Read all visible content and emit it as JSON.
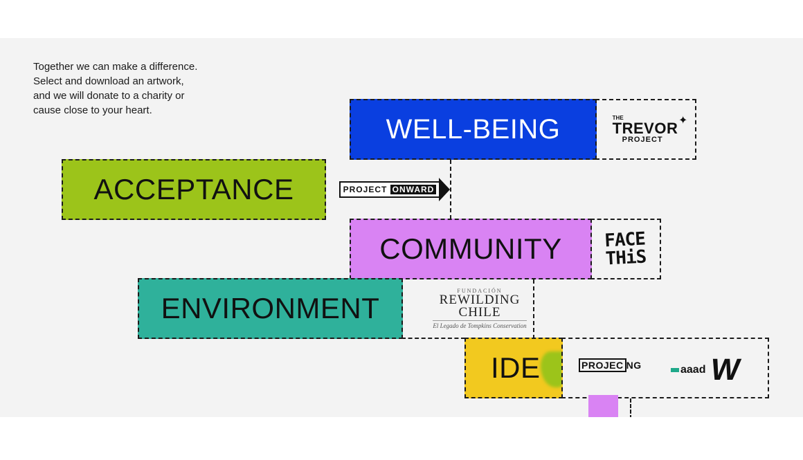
{
  "intro": {
    "lines": [
      "Together we can make a difference.",
      "Select and download an artwork,",
      "and we will donate to a charity or",
      "cause close to your heart."
    ]
  },
  "causes": {
    "wellbeing": {
      "label": "WELL-BEING",
      "color": "#0a3fe0"
    },
    "acceptance": {
      "label": "ACCEPTANCE",
      "color": "#9cc41a"
    },
    "community": {
      "label": "COMMUNITY",
      "color": "#d983f3"
    },
    "environment": {
      "label": "ENVIRONMENT",
      "color": "#2fb19b"
    },
    "identity": {
      "label": "IDE",
      "color": "#f2c91f"
    }
  },
  "logos": {
    "trevor": {
      "the": "THE",
      "name": "TREVOR",
      "project": "PROJECT",
      "icon": "star-icon"
    },
    "onward": {
      "project": "PROJECT",
      "onward": "ONWARD",
      "icon": "arrow-right-icon"
    },
    "face_this": {
      "line1": "FACE",
      "line2": "THiS"
    },
    "rewilding": {
      "fundacion": "FUNDACIÓN",
      "line1": "REWILDING",
      "line2": "CHILE",
      "tagline": "El Legado de Tompkins Conservation"
    },
    "projecng": {
      "bold": "PROJEC",
      "rest": "NG"
    },
    "aaad": {
      "text": "aaad",
      "mark": "W"
    }
  }
}
